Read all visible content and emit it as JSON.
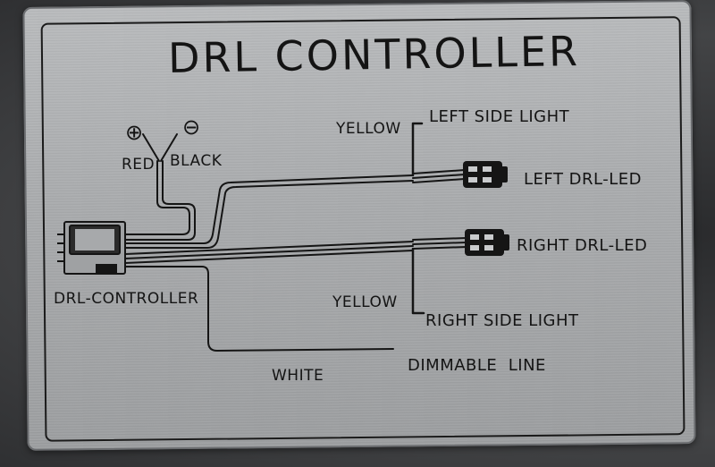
{
  "diagram": {
    "title": "DRL CONTROLLER",
    "labels": {
      "plus_symbol": "⊕",
      "minus_symbol": "⊖",
      "red": "RED",
      "black": "BLACK",
      "yellow_top": "YELLOW",
      "left_side_light": "LEFT SIDE LIGHT",
      "left_drl_led": "LEFT DRL-LED",
      "right_drl_led": "RIGHT DRL-LED",
      "yellow_bottom": "YELLOW",
      "right_side_light": "RIGHT SIDE LIGHT",
      "controller": "DRL-CONTROLLER",
      "white": "WHITE",
      "dimmable_line": "DIMMABLE  LINE"
    },
    "colors": {
      "plate": "#aeb0b2",
      "ink": "#141414",
      "background": "#3a3b3d"
    }
  }
}
